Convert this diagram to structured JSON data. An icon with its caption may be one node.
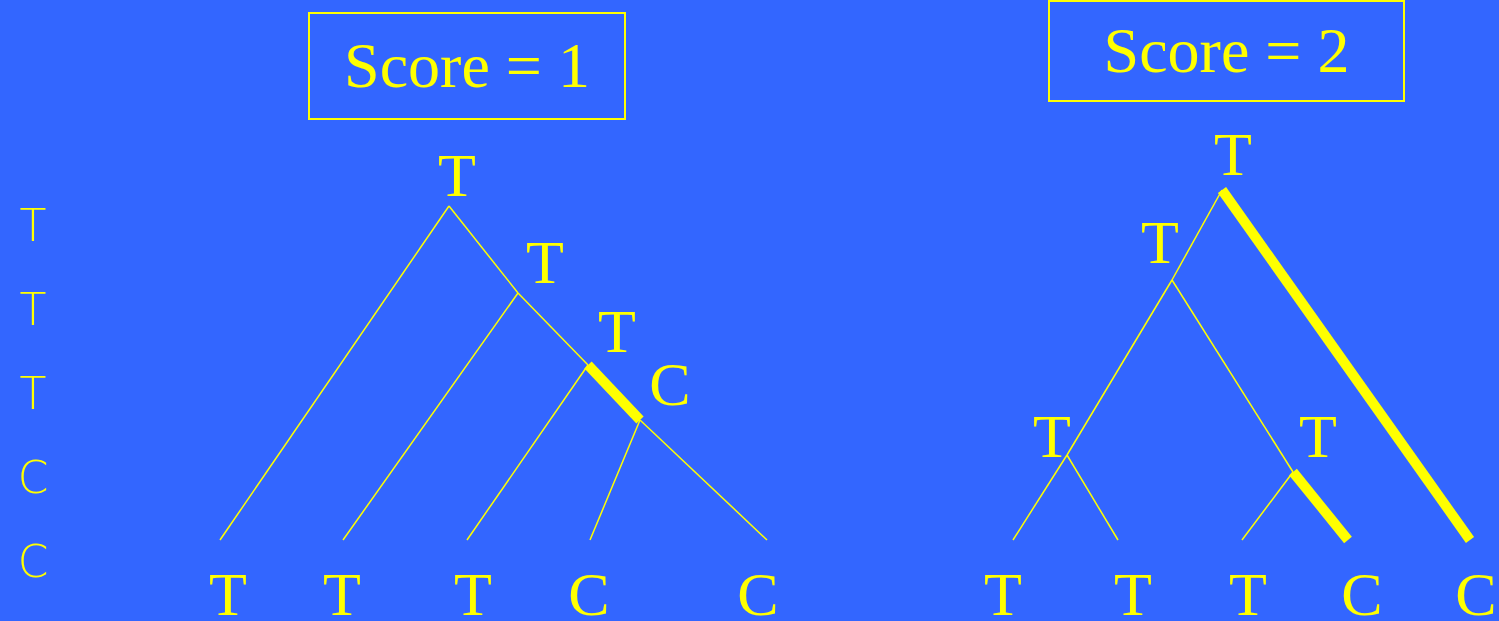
{
  "diagram": {
    "nodes": [
      {
        "text": [
          "Score = 1"
        ]
      },
      {
        "text": [
          "T"
        ]
      },
      {
        "text": [
          "T"
        ]
      },
      {
        "text": [
          "T"
        ]
      },
      {
        "text": [
          "C"
        ]
      },
      {
        "text": [
          "T"
        ]
      },
      {
        "text": [
          "T"
        ]
      },
      {
        "text": [
          "T"
        ]
      },
      {
        "text": [
          "C"
        ]
      },
      {
        "text": [
          "C"
        ]
      },
      {
        "text": [
          "Score = 2"
        ]
      },
      {
        "text": [
          "T"
        ]
      },
      {
        "text": [
          "T"
        ]
      },
      {
        "text": [
          "T"
        ]
      },
      {
        "text": [
          "T"
        ]
      },
      {
        "text": [
          "T"
        ]
      },
      {
        "text": [
          "T"
        ]
      },
      {
        "text": [
          "T"
        ]
      },
      {
        "text": [
          "C"
        ]
      },
      {
        "text": [
          "C"
        ]
      }
    ],
    "edges": [
      {
        "from": 1,
        "to": 5,
        "arrow": "none"
      },
      {
        "from": 1,
        "to": 2,
        "arrow": "none"
      },
      {
        "from": 2,
        "to": 6,
        "arrow": "none"
      },
      {
        "from": 2,
        "to": 3,
        "arrow": "none"
      },
      {
        "from": 3,
        "to": 7,
        "arrow": "none"
      },
      {
        "from": 3,
        "to": 4,
        "arrow": "none",
        "style": "thick"
      },
      {
        "from": 4,
        "to": 8,
        "arrow": "none"
      },
      {
        "from": 4,
        "to": 9,
        "arrow": "none"
      },
      {
        "from": 11,
        "to": 12,
        "arrow": "none"
      },
      {
        "from": 11,
        "to": 19,
        "arrow": "none",
        "style": "thick"
      },
      {
        "from": 12,
        "to": 13,
        "arrow": "none"
      },
      {
        "from": 13,
        "to": 15,
        "arrow": "none"
      },
      {
        "from": 13,
        "to": 16,
        "arrow": "none"
      },
      {
        "from": 12,
        "to": 14,
        "arrow": "none"
      },
      {
        "from": 14,
        "to": 17,
        "arrow": "none"
      },
      {
        "from": 14,
        "to": 18,
        "arrow": "none",
        "style": "thick"
      }
    ],
    "labels": [
      "T",
      "T",
      "T",
      "C",
      "C"
    ]
  }
}
